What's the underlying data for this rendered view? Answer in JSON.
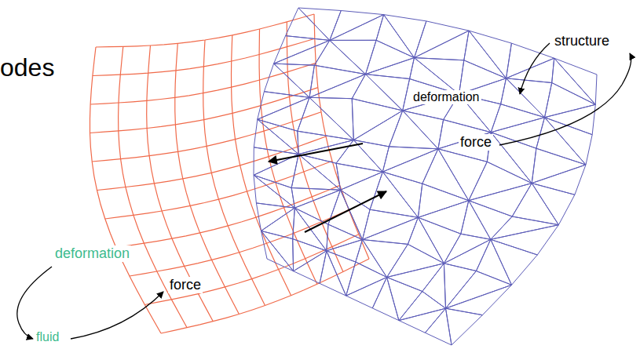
{
  "diagram": {
    "labels": [
      "odes",
      "structure",
      "deformation",
      "force",
      "deformation",
      "force",
      "fluid"
    ]
  }
}
